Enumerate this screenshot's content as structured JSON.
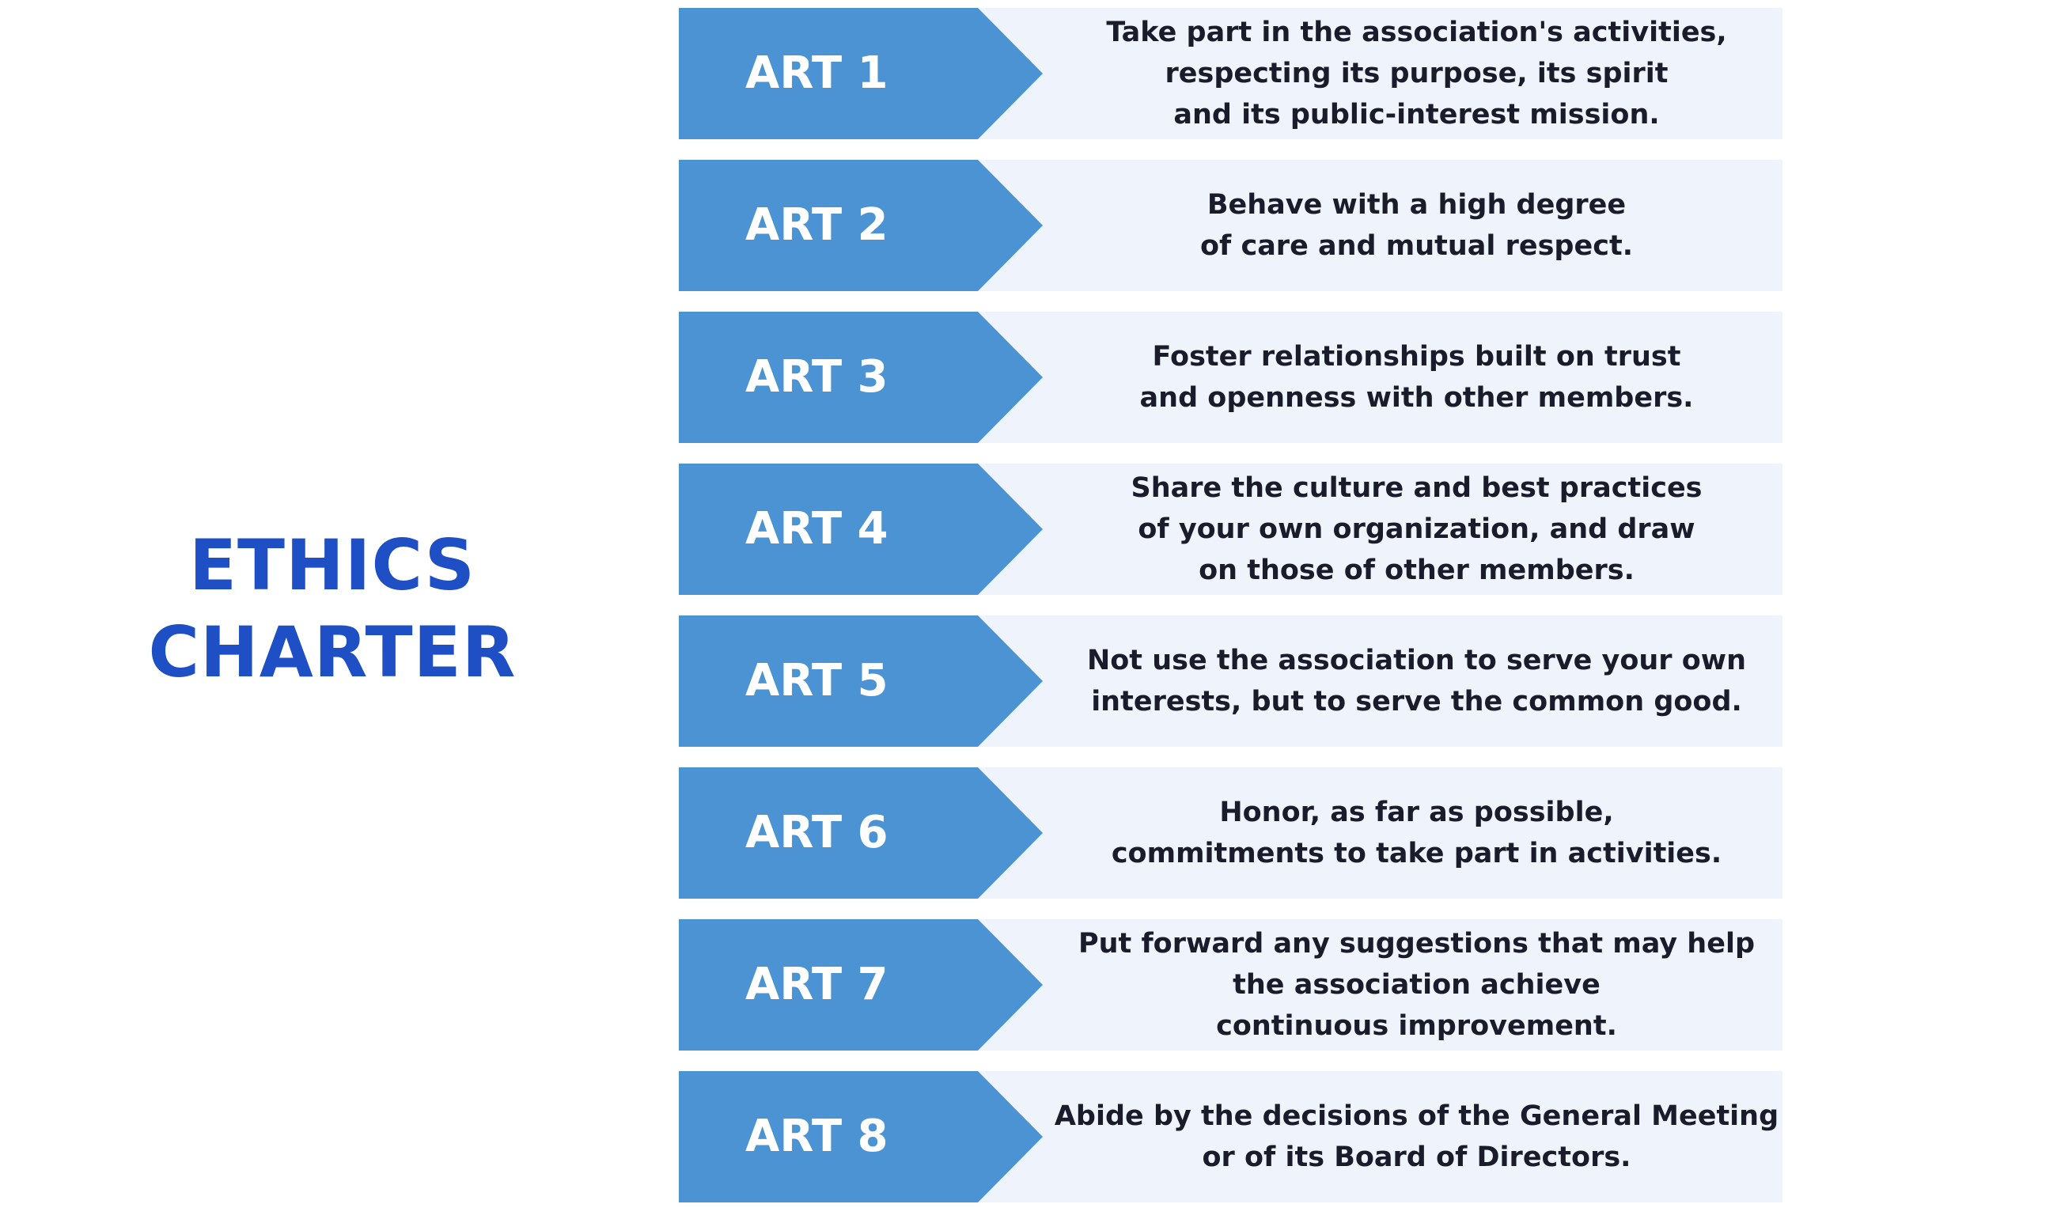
{
  "title": {
    "line1": "ETHICS",
    "line2": "CHARTER"
  },
  "colors": {
    "title": "#1f4fc4",
    "tag": "#4b93d3",
    "row_background": "#eff3fc",
    "text": "#1a1c2c"
  },
  "articles": [
    {
      "label": "ART 1",
      "text": "Take part in the association's activities,\nrespecting its purpose, its spirit\nand its public-interest mission."
    },
    {
      "label": "ART 2",
      "text": "Behave with a high degree\nof care and mutual respect."
    },
    {
      "label": "ART 3",
      "text": "Foster relationships built on trust\nand openness with other members."
    },
    {
      "label": "ART 4",
      "text": "Share the culture and best practices\nof your own organization, and draw\non those of other members."
    },
    {
      "label": "ART 5",
      "text": "Not use the association to serve your own\ninterests, but to serve the common good."
    },
    {
      "label": "ART 6",
      "text": "Honor, as far as possible,\ncommitments to take part in activities."
    },
    {
      "label": "ART 7",
      "text": "Put forward any suggestions that may help\nthe association achieve\ncontinuous improvement."
    },
    {
      "label": "ART 8",
      "text": "Abide by the decisions of the General Meeting\nor of its Board of Directors."
    }
  ]
}
